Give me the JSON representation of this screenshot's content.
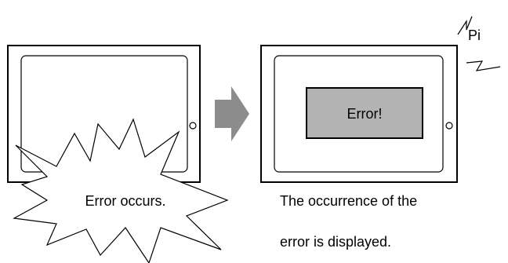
{
  "left_panel": {
    "burst_text": "Error occurs."
  },
  "arrow": {
    "color": "#8c8c8c"
  },
  "right_panel": {
    "popup_text": "Error!",
    "popup_color": "#b3b3b3",
    "sound_text": "Pi"
  },
  "caption": {
    "line1": "The occurrence of the",
    "line2": "error is displayed."
  }
}
